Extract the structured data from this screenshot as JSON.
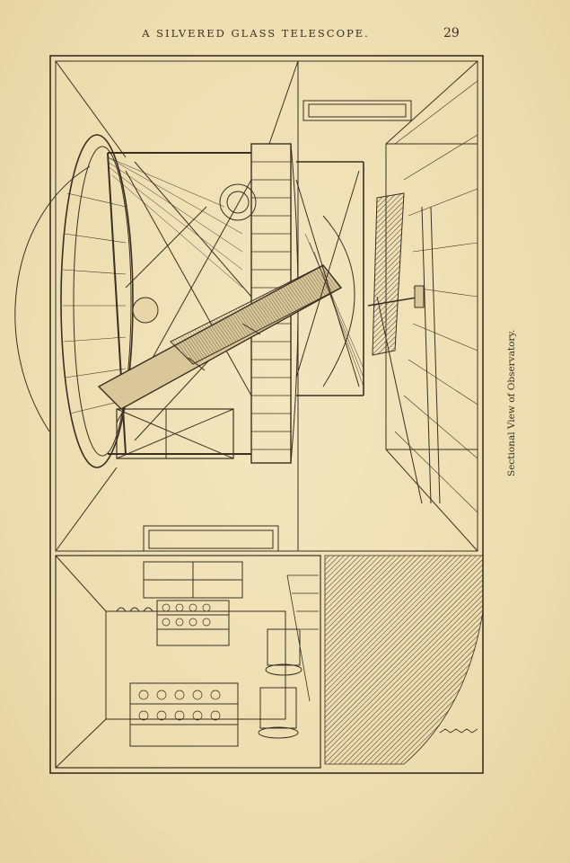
{
  "header": {
    "running_title": "A SILVERED GLASS TELESCOPE.",
    "page_number": "29"
  },
  "figure": {
    "caption": "Sectional View of Observatory."
  },
  "colors": {
    "paper": "#efe1b6",
    "ink": "#3a2f22"
  }
}
